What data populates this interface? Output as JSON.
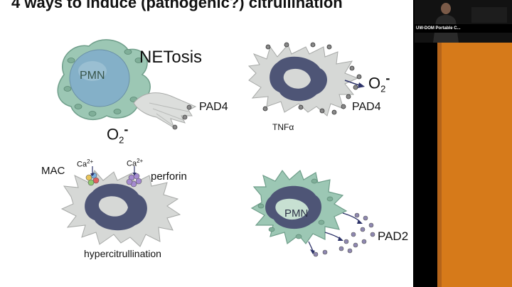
{
  "slide": {
    "title": "4 ways to induce (pathogenic?) citrullination",
    "panels": {
      "netosis": {
        "cell_label": "PMN",
        "mechanism": "NETosis",
        "ion_base": "O",
        "ion_sub": "2",
        "ion_sup": "-",
        "enzyme": "PAD4"
      },
      "tnf": {
        "stimulus": "TNFα",
        "ion_base": "O",
        "ion_sub": "2",
        "ion_sup": "-",
        "enzyme": "PAD4"
      },
      "mac": {
        "complex_label": "MAC",
        "ion_left": "Ca",
        "ion_left_sup": "2+",
        "ion_right": "Ca",
        "ion_right_sup": "2+",
        "pore_label": "perforin",
        "caption": "hypercitrullination"
      },
      "pad2": {
        "cell_label": "PMN",
        "enzyme": "PAD2"
      }
    }
  },
  "sidebar": {
    "camera_label": "UW-DOM Portable C..."
  },
  "colors": {
    "cell_green": "#9cc7b4",
    "cell_grey": "#d2d4d2",
    "nucleus": "#535a78",
    "granule": "#8a8fa0",
    "vesicle": "#8e87b0",
    "arrow": "#2c3268",
    "orange_bg": "#d67a1a"
  }
}
